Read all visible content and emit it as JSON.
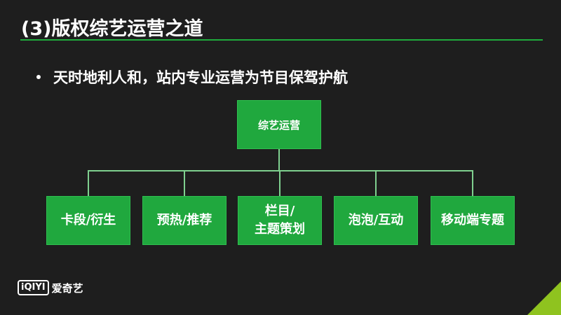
{
  "slide": {
    "title": "(3)版权综艺运营之道",
    "bullet": "天时地利人和，站内专业运营为节目保驾护航"
  },
  "diagram": {
    "root": "综艺运营",
    "children": [
      {
        "label": "卡段/衍生"
      },
      {
        "label": "预热/推荐"
      },
      {
        "label": "栏目/\n主题策划"
      },
      {
        "label": "泡泡/互动"
      },
      {
        "label": "移动端专题"
      }
    ]
  },
  "logo": {
    "mark": "iQIYI",
    "text": "爱奇艺"
  },
  "colors": {
    "background": "#1e1e1e",
    "accent_green": "#20a83e",
    "connector": "#7fd08f",
    "corner_green": "#8fc31f"
  }
}
